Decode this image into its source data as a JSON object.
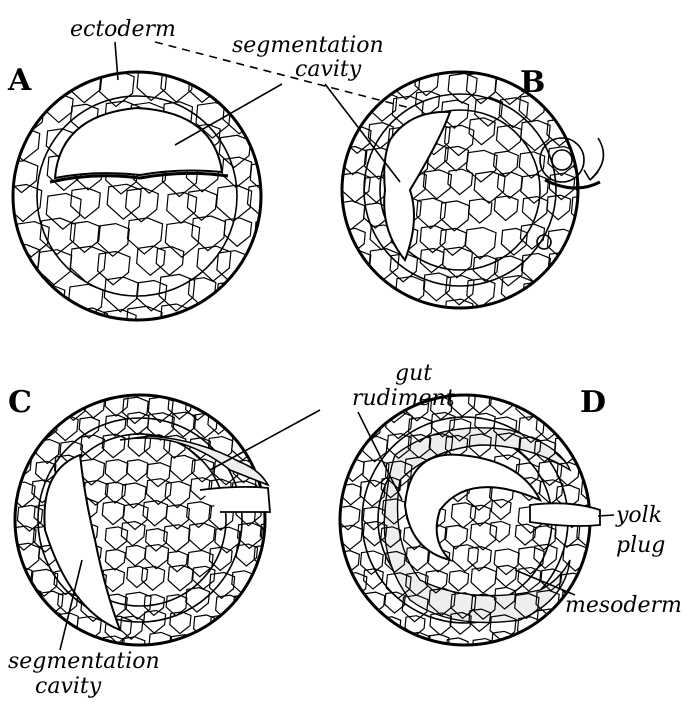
{
  "panels": {
    "a": {
      "letter": "A"
    },
    "b": {
      "letter": "B"
    },
    "c": {
      "letter": "C"
    },
    "d": {
      "letter": "D"
    }
  },
  "labels": {
    "ectoderm": "ectoderm",
    "segmentation_cavity_1": "segmentation",
    "segmentation_cavity_2": "cavity",
    "gut_rudiment_1": "gut",
    "gut_rudiment_2": "rudiment",
    "yolk_plug_1": "yolk",
    "yolk_plug_2": "plug",
    "seg_cavity_c_1": "segmentation",
    "seg_cavity_c_2": "cavity",
    "mesoderm": "mesoderm"
  }
}
